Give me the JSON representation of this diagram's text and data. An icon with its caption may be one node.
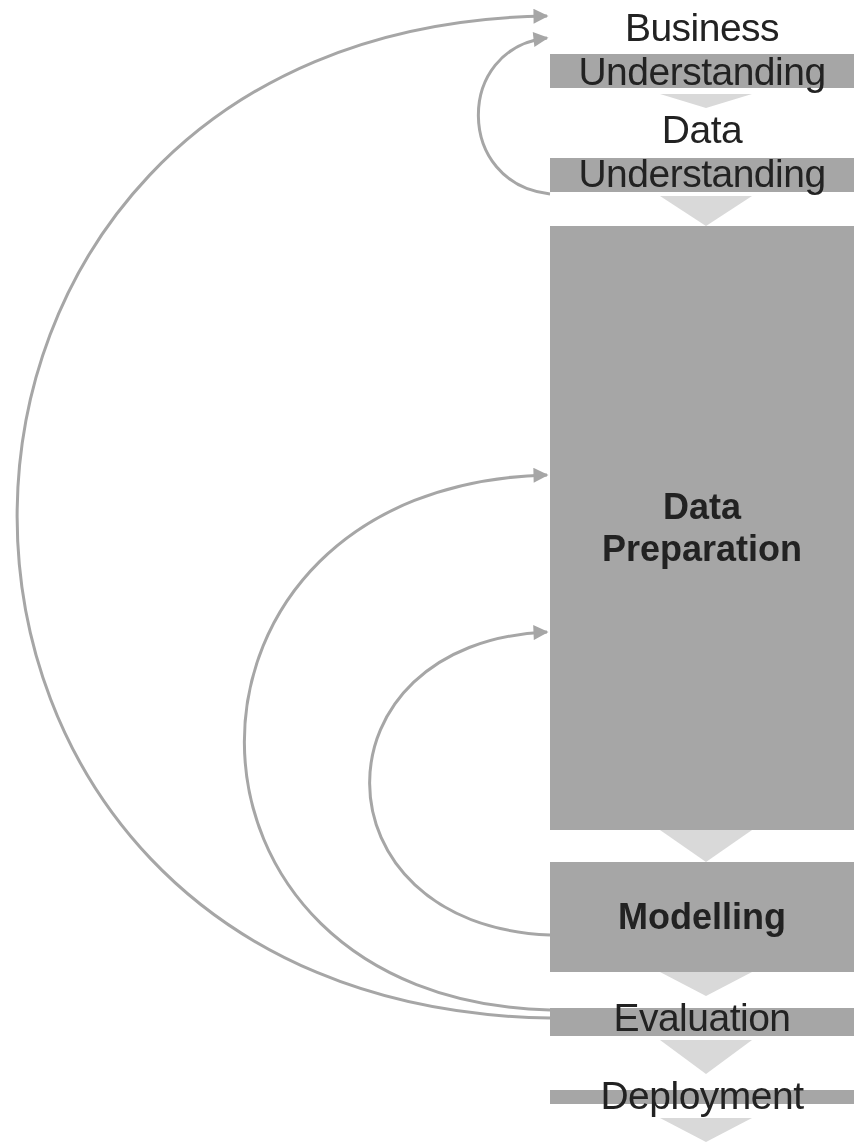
{
  "diagram": {
    "nodes": [
      {
        "text": [
          "Business Understanding"
        ]
      },
      {
        "text": [
          "Data Understanding"
        ]
      },
      {
        "text": [
          "Data Preparation"
        ]
      },
      {
        "text": [
          "Modelling"
        ]
      },
      {
        "text": [
          "Evaluation"
        ]
      },
      {
        "text": [
          "Deployment"
        ]
      }
    ],
    "edges": [
      {
        "from": 0,
        "to": 1,
        "arrow": "to",
        "style": "thick"
      },
      {
        "from": 1,
        "to": 2,
        "arrow": "to",
        "style": "thick"
      },
      {
        "from": 2,
        "to": 3,
        "arrow": "to",
        "style": "thick"
      },
      {
        "from": 3,
        "to": 4,
        "arrow": "to",
        "style": "thick"
      },
      {
        "from": 4,
        "to": 5,
        "arrow": "to",
        "style": "thick"
      },
      {
        "from": 5,
        "to": null,
        "arrow": "to",
        "style": "thick"
      },
      {
        "from": 1,
        "to": 0,
        "arrow": "to",
        "color": "#a6a6a6"
      },
      {
        "from": 4,
        "to": 0,
        "arrow": "to",
        "color": "#a6a6a6"
      },
      {
        "from": 4,
        "to": 2,
        "arrow": "to",
        "color": "#a6a6a6"
      },
      {
        "from": 3,
        "to": 2,
        "arrow": "to",
        "color": "#a6a6a6"
      }
    ]
  }
}
